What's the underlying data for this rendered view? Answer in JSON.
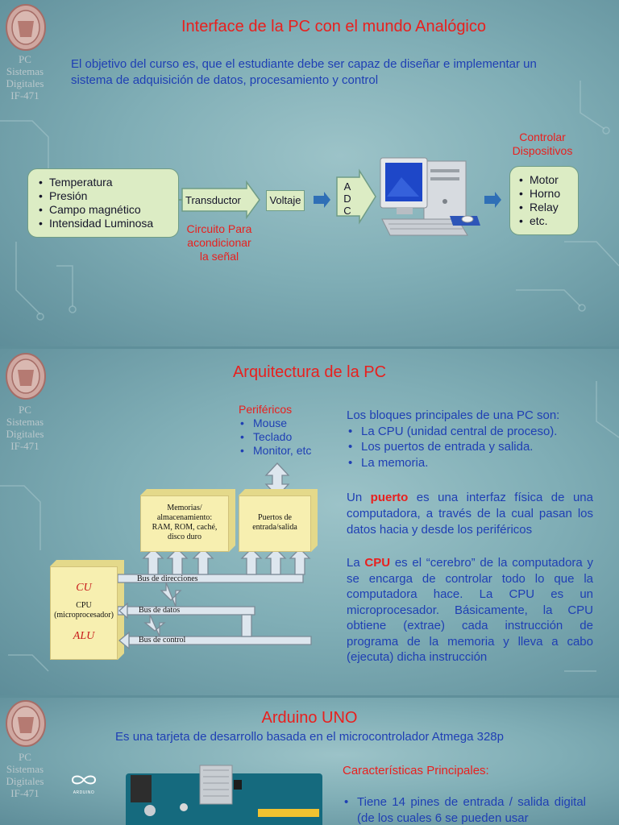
{
  "sidebar": {
    "line1": "PC",
    "line2": "Sistemas",
    "line3": "Digitales",
    "line4": "IF-471"
  },
  "slide1": {
    "title": "Interface de la PC con el mundo Analógico",
    "intro": "El objetivo del curso es, que el estudiante debe ser capaz de diseñar e implementar un sistema de adquisición de datos, procesamiento y control",
    "sensors": [
      "Temperatura",
      "Presión",
      "Campo magnético",
      "Intensidad Luminosa"
    ],
    "transducer": "Transductor",
    "voltage": "Voltaje",
    "adc": [
      "A",
      "D",
      "C"
    ],
    "circuit_caption": [
      "Circuito Para",
      "acondicionar",
      "la señal"
    ],
    "control_caption": [
      "Controlar",
      "Dispositivos"
    ],
    "devices": [
      "Motor",
      "Horno",
      "Relay",
      "etc."
    ]
  },
  "slide2": {
    "title": "Arquitectura de la PC",
    "peripherals_title": "Periféricos",
    "peripherals": [
      "Mouse",
      "Teclado",
      "Monitor, etc"
    ],
    "memory_box": [
      "Memorias/",
      "almacenamiento:",
      "RAM, ROM, caché,",
      "disco duro"
    ],
    "ports_box": [
      "Puertos de",
      "entrada/salida"
    ],
    "cu": "CU",
    "cpu": [
      "CPU",
      "(microprocesador)"
    ],
    "alu": "ALU",
    "bus_address": "Bus de direcciones",
    "bus_data": "Bus de datos",
    "bus_control": "Bus de control",
    "blocks_intro": "Los bloques principales de una PC son:",
    "blocks": [
      "La CPU (unidad central de proceso).",
      "Los puertos de entrada y salida.",
      "La memoria."
    ],
    "port_pre": "Un ",
    "port_word": "puerto",
    "port_rest": " es una interfaz física de una computadora, a través de la cual pasan los datos hacia y desde los periféricos",
    "cpu_pre": "La ",
    "cpu_word": "CPU",
    "cpu_rest": " es el “cerebro” de la computadora y se encarga de controlar todo lo que la computadora hace. La CPU es un microprocesador. Básicamente, la CPU obtiene (extrae) cada instrucción de programa de la memoria y lleva a cabo (ejecuta) dicha instrucción"
  },
  "slide3": {
    "title": "Arduino UNO",
    "subtitle": "Es una tarjeta de desarrollo basada en el microcontrolador Atmega 328p",
    "features_title": "Características Principales:",
    "feature1": "Tiene 14 pines de entrada / salida digital (de los cuales 6 se pueden usar",
    "arduino_logo_text": "ARDUINO"
  },
  "colors": {
    "title_red": "#e8201e",
    "text_blue": "#1f3fb4",
    "box_green": "#dcecc4",
    "box_yellow": "#f7efb0",
    "arrow_blue": "#2f6fb6"
  }
}
